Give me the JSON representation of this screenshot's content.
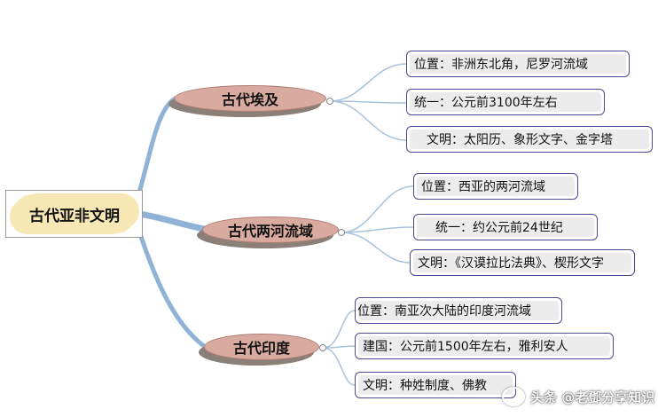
{
  "root": {
    "label": "古代亚非文明"
  },
  "branches": [
    {
      "label": "古代埃及",
      "children": [
        "位置：非洲东北角，尼罗河流域",
        "统一：公元前3100年左右",
        "文明：太阳历、象形文字、金字塔"
      ]
    },
    {
      "label": "古代两河流域",
      "children": [
        "位置：西亚的两河流域",
        "统一：约公元前24世纪",
        "文明：《汉谟拉比法典》、楔形文字"
      ]
    },
    {
      "label": "古代印度",
      "children": [
        "位置：南亚次大陆的印度河流域",
        "建国：公元前1500年左右，雅利安人",
        "文明：种姓制度、佛教"
      ]
    }
  ],
  "watermark": {
    "text": "头条 @老鄧分享知识"
  },
  "colors": {
    "connector": "#8fb2d6",
    "leaf_border": "#4a4a96",
    "branch_fill": "#d9aaa0",
    "root_fill": "#f6e7b5"
  }
}
